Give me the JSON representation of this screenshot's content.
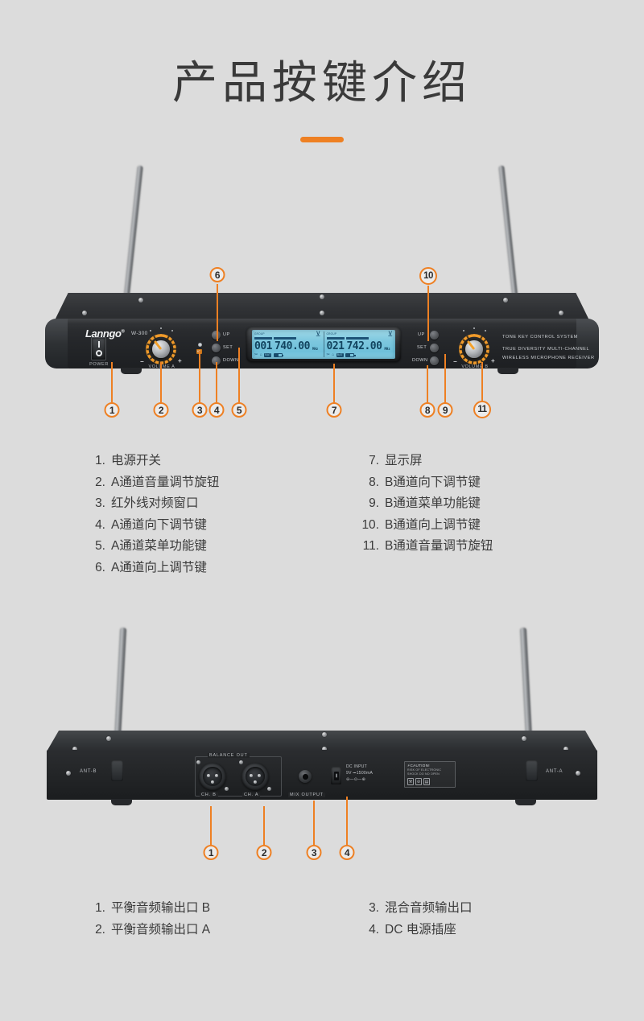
{
  "page": {
    "title": "产品按键介绍",
    "background_color": "#dcdcdc",
    "accent_color": "#ee8023"
  },
  "front_device": {
    "brand": "Lanngo",
    "brand_mark": "®",
    "model": "W-300",
    "power_label": "POWER",
    "volume_a_label": "VOLUME A",
    "volume_b_label": "VOLUME B",
    "minus": "−",
    "plus": "+",
    "ir_badge": "IR",
    "buttons_a": {
      "up": "UP",
      "set": "SET",
      "down": "DOWN"
    },
    "buttons_b": {
      "up": "UP",
      "set": "SET",
      "down": "DOWN"
    },
    "system_text": [
      "TONE KEY CONTROL SYSTEM",
      "TRUE DIVERSITY MULTI-CHANNEL",
      "WIRELESS MICROPHONE RECEIVER"
    ],
    "lcd": {
      "channel_a": {
        "group_tag": "GROUP",
        "channel_tag": "CHANNEL",
        "channel_number": "001",
        "frequency": "740.00",
        "unit": "MHz",
        "af_tag": "AF",
        "rf_tag": "RF",
        "battery_pill": "BAT",
        "mute_icon": "mute-icon",
        "lock_icon": "lock-icon",
        "antenna_icon": "antenna-icon"
      },
      "channel_b": {
        "group_tag": "GROUP",
        "channel_tag": "CHANNEL",
        "channel_number": "021",
        "frequency": "742.00",
        "unit": "MHz",
        "af_tag": "AF",
        "rf_tag": "RF",
        "battery_pill": "BAT",
        "mute_icon": "mute-icon",
        "lock_icon": "lock-icon",
        "antenna_icon": "antenna-icon"
      }
    },
    "callouts": [
      {
        "n": "1"
      },
      {
        "n": "2"
      },
      {
        "n": "3"
      },
      {
        "n": "4"
      },
      {
        "n": "5"
      },
      {
        "n": "6"
      },
      {
        "n": "7"
      },
      {
        "n": "8"
      },
      {
        "n": "9"
      },
      {
        "n": "10"
      },
      {
        "n": "11"
      }
    ]
  },
  "front_legend": {
    "left": [
      {
        "num": "1.",
        "text": "电源开关"
      },
      {
        "num": "2.",
        "text": "A通道音量调节旋钮"
      },
      {
        "num": "3.",
        "text": "红外线对频窗口"
      },
      {
        "num": "4.",
        "text": "A通道向下调节键"
      },
      {
        "num": "5.",
        "text": "A通道菜单功能键"
      },
      {
        "num": "6.",
        "text": "A通道向上调节键"
      }
    ],
    "right": [
      {
        "num": "7.",
        "text": "显示屏"
      },
      {
        "num": "8.",
        "text": "B通道向下调节键"
      },
      {
        "num": "9.",
        "text": "B通道菜单功能键"
      },
      {
        "num": "10.",
        "text": "B通道向上调节键"
      },
      {
        "num": "11.",
        "text": "B通道音量调节旋钮"
      }
    ]
  },
  "rear_device": {
    "ant_b_label": "ANT-B",
    "ant_a_label": "ANT-A",
    "balance_out_label": "BALANCE  OUT",
    "ch_b_label": "CH. B",
    "ch_a_label": "CH. A",
    "mix_output_label": "MIX OUTPUT",
    "dc_input_label": "DC INPUT",
    "dc_spec": "9V ⎓1500mA",
    "dc_polarity": "polarity-icon",
    "caution_title": "CAUTION!",
    "caution_line1": "RISK OF ELECTRONIC",
    "caution_line2": "SHOCK DO NO OPEN",
    "caution_icons": [
      "tools-icon",
      "no-entry-icon",
      "manual-icon"
    ],
    "callouts": [
      {
        "n": "1"
      },
      {
        "n": "2"
      },
      {
        "n": "3"
      },
      {
        "n": "4"
      }
    ]
  },
  "rear_legend": {
    "left": [
      {
        "num": "1.",
        "text": "平衡音频输出口 B"
      },
      {
        "num": "2.",
        "text": "平衡音频输出口 A"
      }
    ],
    "right": [
      {
        "num": "3.",
        "text": "混合音频输出口"
      },
      {
        "num": "4.",
        "text": "DC 电源插座"
      }
    ]
  }
}
